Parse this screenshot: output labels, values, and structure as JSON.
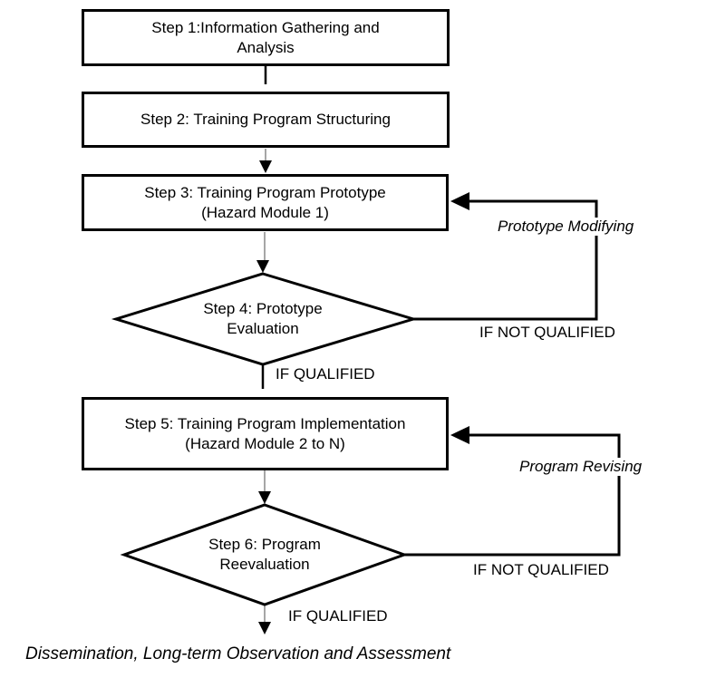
{
  "colors": {
    "stroke": "#000000",
    "thin_connector": "#7f7f7f",
    "background": "#ffffff",
    "text": "#000000"
  },
  "nodes": {
    "step1": {
      "type": "process",
      "lines": [
        "Step 1:Information Gathering and",
        "Analysis"
      ]
    },
    "step2": {
      "type": "process",
      "lines": [
        "Step 2: Training Program Structuring"
      ]
    },
    "step3": {
      "type": "process",
      "lines": [
        "Step 3: Training Program Prototype",
        "(Hazard Module 1)"
      ]
    },
    "step4": {
      "type": "decision",
      "lines": [
        "Step 4: Prototype",
        "Evaluation"
      ]
    },
    "step5": {
      "type": "process",
      "lines": [
        "Step 5: Training Program Implementation",
        "(Hazard Module 2 to N)"
      ]
    },
    "step6": {
      "type": "decision",
      "lines": [
        "Step 6: Program",
        "Reevaluation"
      ]
    }
  },
  "edge_labels": {
    "prototype_modifying": "Prototype Modifying",
    "if_not_qualified_1": "IF NOT QUALIFIED",
    "if_qualified_1": "IF QUALIFIED",
    "program_revising": "Program Revising",
    "if_not_qualified_2": "IF NOT QUALIFIED",
    "if_qualified_2": "IF QUALIFIED"
  },
  "footer": "Dissemination, Long-term Observation and Assessment"
}
